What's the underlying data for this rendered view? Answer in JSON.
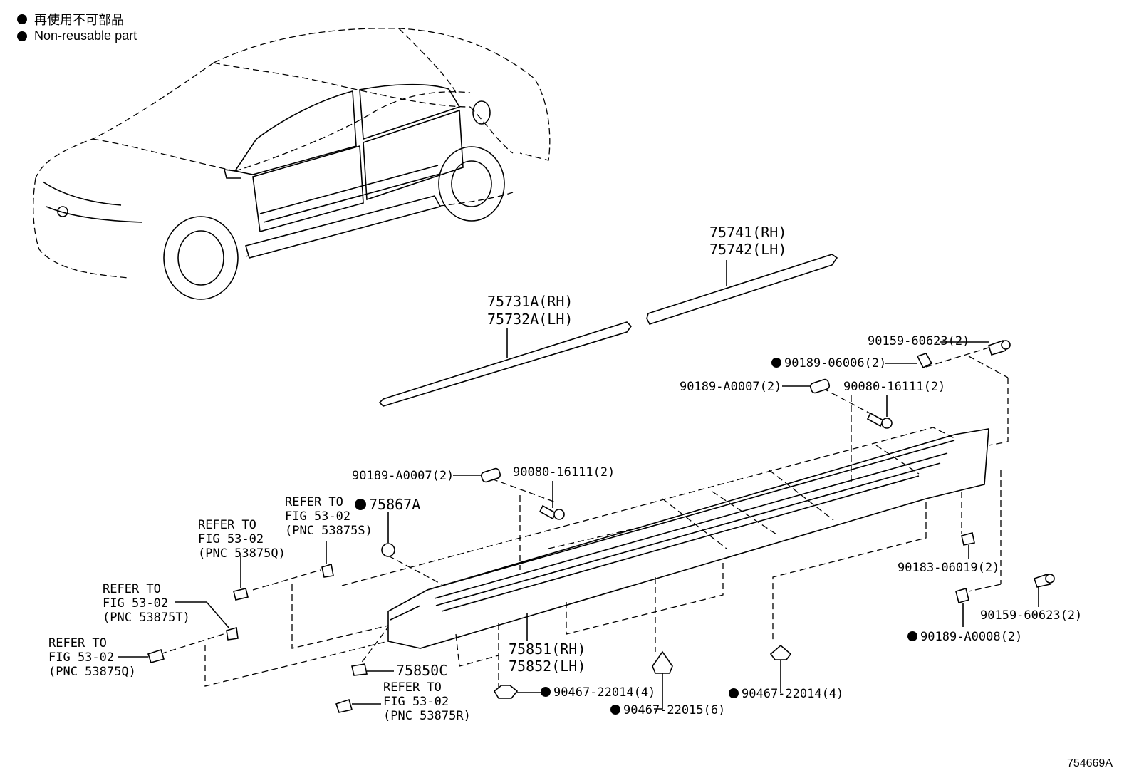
{
  "legend": {
    "jp": "再使用不可部品",
    "en": "Non-reusable part"
  },
  "figure_id": "754669A",
  "labels": {
    "p75741": "75741(RH)",
    "p75742": "75742(LH)",
    "p75731": "75731A(RH)",
    "p75732": "75732A(LH)",
    "p90159_a": "90159-60623(2)",
    "p90189_06006": "90189-06006(2)",
    "p90189_a0007_a": "90189-A0007(2)",
    "p90080_a": "90080-16111(2)",
    "p90189_a0007_b": "90189-A0007(2)",
    "p90080_b": "90080-16111(2)",
    "p75867a": "75867A",
    "ref1_l1": "REFER TO",
    "ref1_l2": "FIG 53-02",
    "ref1_l3": "(PNC 53875S)",
    "ref2_l1": "REFER TO",
    "ref2_l2": "FIG 53-02",
    "ref2_l3": "(PNC 53875Q)",
    "ref3_l1": "REFER TO",
    "ref3_l2": "FIG 53-02",
    "ref3_l3": "(PNC 53875T)",
    "ref4_l1": "REFER TO",
    "ref4_l2": "FIG 53-02",
    "ref4_l3": "(PNC 53875Q)",
    "ref5_l1": "REFER TO",
    "ref5_l2": "FIG 53-02",
    "ref5_l3": "(PNC 53875R)",
    "p90183": "90183-06019(2)",
    "p90159_b": "90159-60623(2)",
    "p90189_a0008": "90189-A0008(2)",
    "p75851": "75851(RH)",
    "p75852": "75852(LH)",
    "p75850c": "75850C",
    "p90467_a": "90467-22014(4)",
    "p90467_b": "90467-22015(6)",
    "p90467_c": "90467-22014(4)"
  }
}
